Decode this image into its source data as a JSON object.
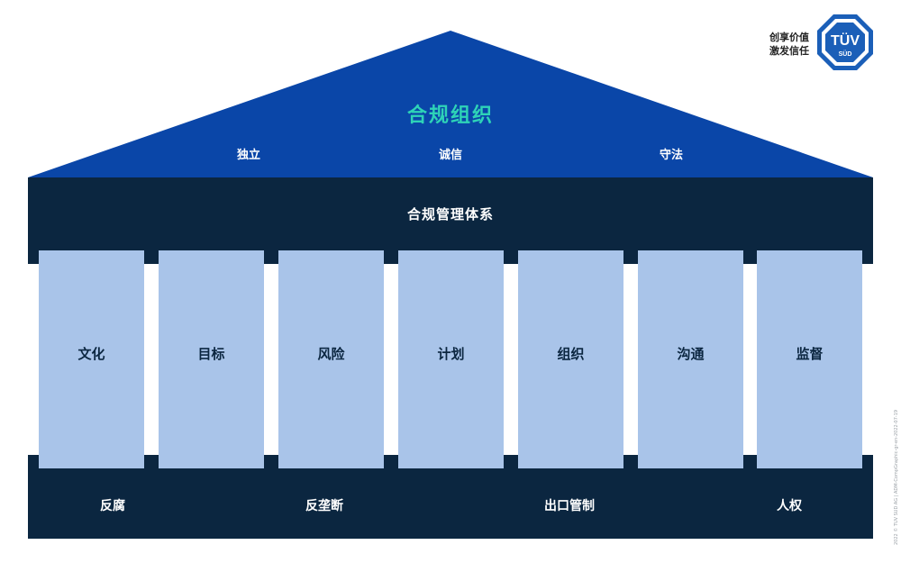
{
  "roof": {
    "title": "合规组织",
    "values": [
      {
        "id": "independence",
        "label": "独立"
      },
      {
        "id": "integrity",
        "label": "诚信"
      },
      {
        "id": "law-abiding",
        "label": "守法"
      }
    ]
  },
  "system_title": "合规管理体系",
  "pillars": [
    {
      "id": "culture",
      "label": "文化"
    },
    {
      "id": "objectives",
      "label": "目标"
    },
    {
      "id": "risk",
      "label": "风险"
    },
    {
      "id": "planning",
      "label": "计划"
    },
    {
      "id": "organization",
      "label": "组织"
    },
    {
      "id": "communication",
      "label": "沟通"
    },
    {
      "id": "monitoring",
      "label": "监督"
    }
  ],
  "foundation": [
    {
      "id": "anti-corruption",
      "label": "反腐"
    },
    {
      "id": "anti-trust",
      "label": "反垄断"
    },
    {
      "id": "export-control",
      "label": "出口管制"
    },
    {
      "id": "human-rights",
      "label": "人权"
    }
  ],
  "logo": {
    "tagline_line1": "创享价值",
    "tagline_line2": "激发信任",
    "mark_top": "TÜV",
    "mark_bottom": "SÜD"
  },
  "side_note": "2022 © TÜV SÜD AG | ADM-CompGraphic-gr-en-2022-07-19",
  "colors": {
    "roof_blue": "#0a46a8",
    "band_navy": "#0b2640",
    "pillar_blue": "#a9c4e9",
    "title_teal": "#2ed3b7",
    "logo_blue": "#1b5fb8"
  }
}
